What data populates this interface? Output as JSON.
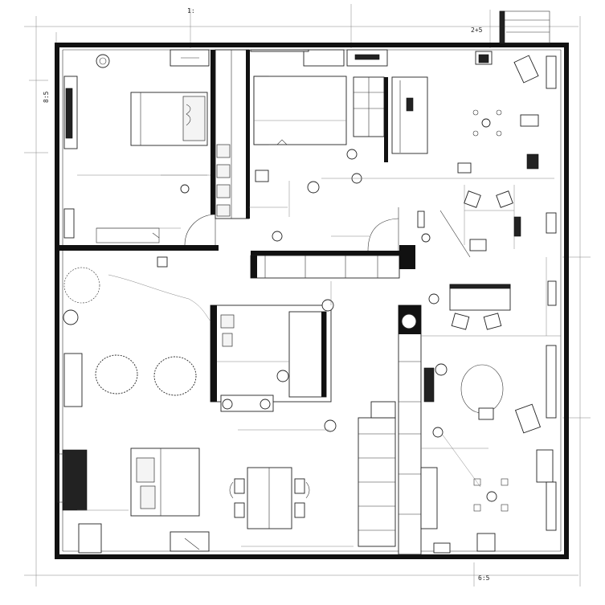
{
  "plan": {
    "dimension_marks": {
      "top_left": "1:",
      "top_right": "2+5",
      "left": "8:5",
      "bottom_right": "6:5"
    }
  }
}
